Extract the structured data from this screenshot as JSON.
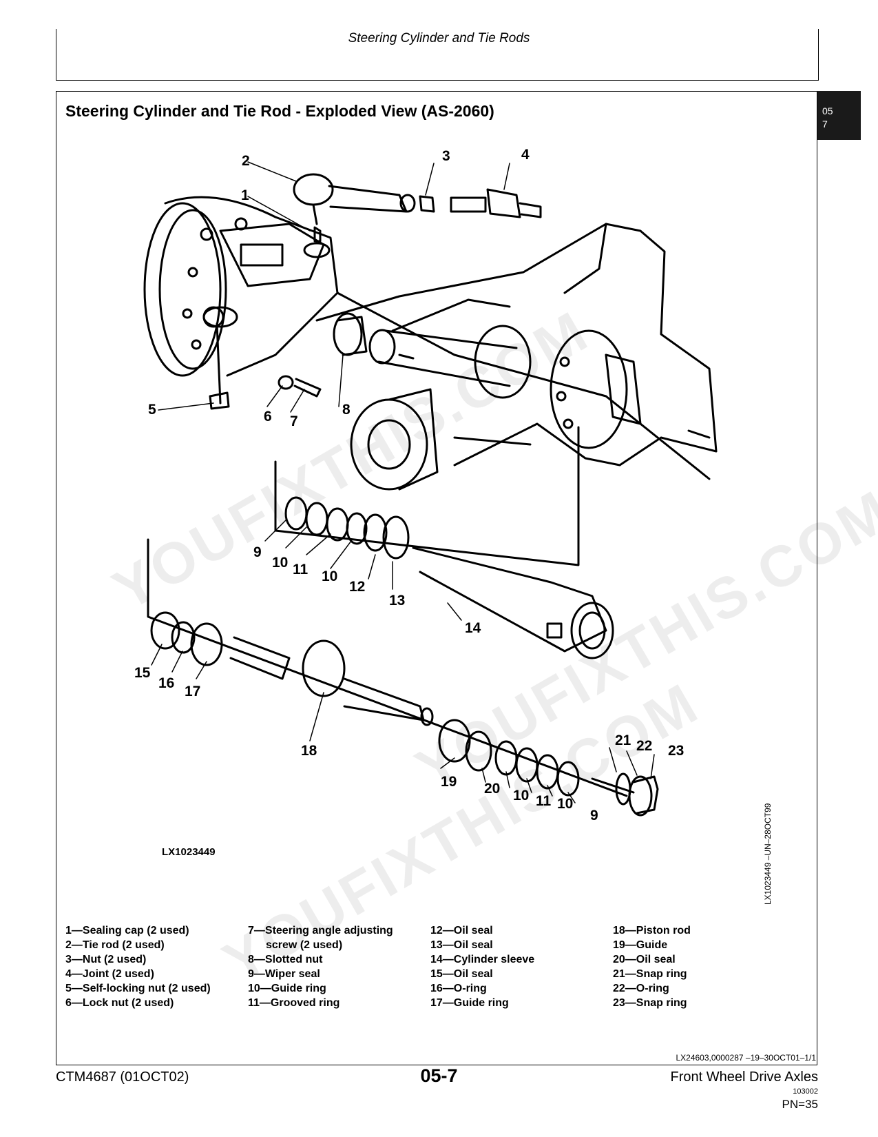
{
  "header": {
    "running_title": "Steering Cylinder and Tie Rods"
  },
  "tab": {
    "line1": "05",
    "line2": "7"
  },
  "section": {
    "title": "Steering Cylinder and Tie Rod - Exploded View (AS-2060)"
  },
  "figure": {
    "code": "LX1023449",
    "side_ref": "LX1023449 –UN–28OCT99",
    "callouts": [
      "2",
      "1",
      "3",
      "4",
      "5",
      "6",
      "7",
      "8",
      "9",
      "10",
      "11",
      "10",
      "12",
      "13",
      "14",
      "15",
      "16",
      "17",
      "18",
      "19",
      "20",
      "10",
      "11",
      "10",
      "9",
      "21",
      "22",
      "23"
    ]
  },
  "legend": {
    "col1": [
      "1—Sealing cap (2 used)",
      "2—Tie rod (2 used)",
      "3—Nut (2 used)",
      "4—Joint (2 used)",
      "5—Self-locking nut (2 used)",
      "6—Lock nut (2 used)"
    ],
    "col2": [
      "7—Steering angle adjusting",
      "screw (2 used)",
      "8—Slotted nut",
      "9—Wiper seal",
      "10—Guide ring",
      "11—Grooved ring"
    ],
    "col3": [
      "12—Oil seal",
      "13—Oil seal",
      "14—Cylinder sleeve",
      "15—Oil seal",
      "16—O-ring",
      "17—Guide ring"
    ],
    "col4": [
      "18—Piston rod",
      "19—Guide",
      "20—Oil seal",
      "21—Snap ring",
      "22—O-ring",
      "23—Snap ring"
    ]
  },
  "footer": {
    "doc_ref": "LX24603,0000287 –19–30OCT01–1/1",
    "manual": "CTM4687 (01OCT02)",
    "page": "05-7",
    "section": "Front Wheel Drive Axles",
    "code": "103002",
    "pn": "PN=35"
  },
  "watermark": {
    "text": "YOUFIXTHIS.COM"
  }
}
